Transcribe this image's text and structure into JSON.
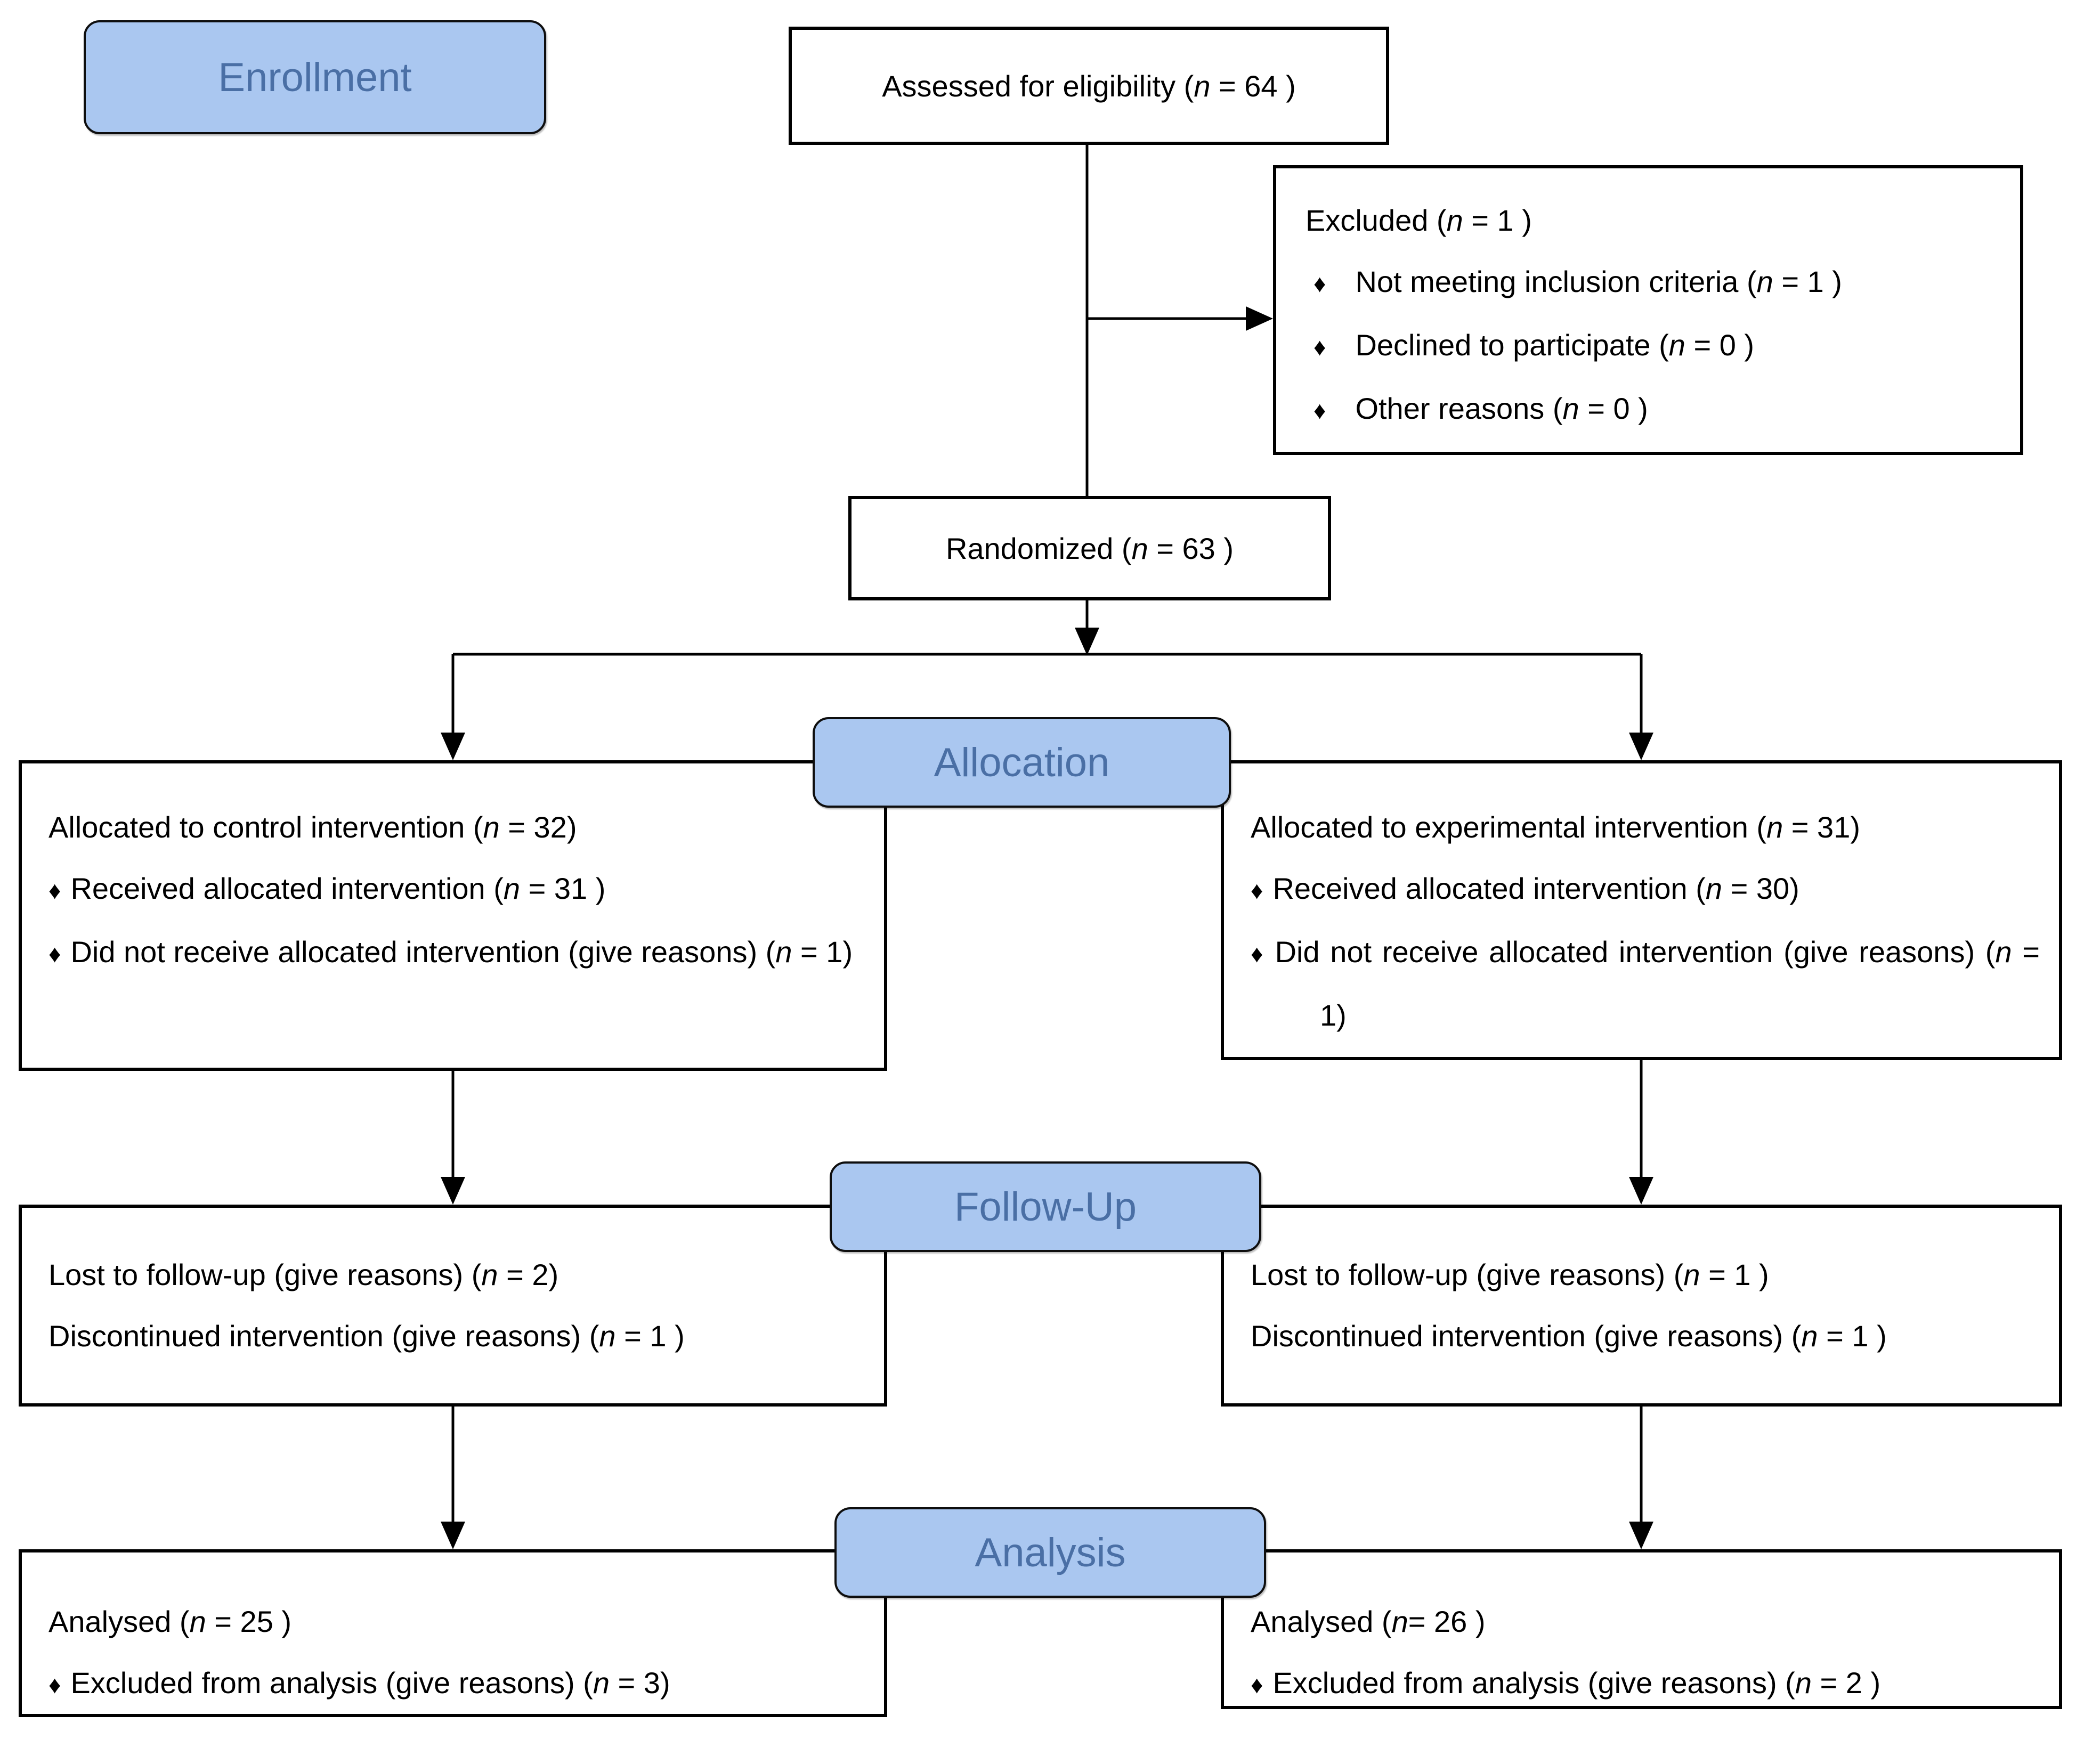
{
  "diagram": {
    "bullet_icon": "♦",
    "colors": {
      "badge_fill": "#aac7f0",
      "badge_text": "#4a6fa5"
    },
    "stages": {
      "enrollment_label": "Enrollment",
      "allocation_label": "Allocation",
      "followup_label": "Follow-Up",
      "analysis_label": "Analysis"
    },
    "boxes": {
      "assessed": {
        "text": "Assessed for eligibility (n = 64 )"
      },
      "excluded": {
        "title": "Excluded (n = 1 )",
        "items": [
          "Not meeting inclusion criteria (n = 1 )",
          "Declined to participate (n = 0 )",
          "Other reasons (n = 0 )"
        ]
      },
      "randomized": {
        "text": "Randomized (n = 63 )"
      },
      "alloc_control": {
        "title": "Allocated to control intervention (n = 32)",
        "items": [
          "Received allocated intervention (n = 31 )",
          "Did not receive allocated intervention (give reasons) (n = 1)"
        ]
      },
      "alloc_experimental": {
        "title": "Allocated to experimental intervention (n = 31)",
        "items": [
          "Received allocated intervention (n = 30)",
          "Did not receive allocated intervention (give reasons) (n = 1)"
        ]
      },
      "followup_control": {
        "lines": [
          "Lost to follow-up (give reasons) (n = 2)",
          "Discontinued intervention (give reasons) (n = 1 )"
        ]
      },
      "followup_experimental": {
        "lines": [
          "Lost to follow-up (give reasons) (n = 1 )",
          "Discontinued intervention (give reasons) (n = 1 )"
        ]
      },
      "analysis_control": {
        "title": "Analysed (n = 25 )",
        "items": [
          "Excluded from analysis (give reasons) (n = 3)"
        ]
      },
      "analysis_experimental": {
        "title": "Analysed (n= 26 )",
        "items": [
          "Excluded from analysis (give reasons) (n = 2 )"
        ]
      }
    }
  }
}
